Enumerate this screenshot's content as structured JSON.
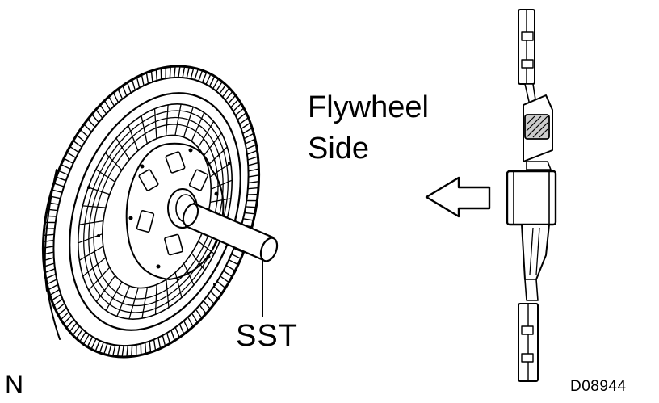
{
  "labels": {
    "flywheel_line1": "Flywheel",
    "flywheel_line2": "Side",
    "sst": "SST",
    "corner_mark": "N",
    "figure_code": "D08944"
  },
  "colors": {
    "ink": "#000000",
    "paper": "#ffffff"
  },
  "icons": {
    "direction": "arrow-left-icon"
  }
}
